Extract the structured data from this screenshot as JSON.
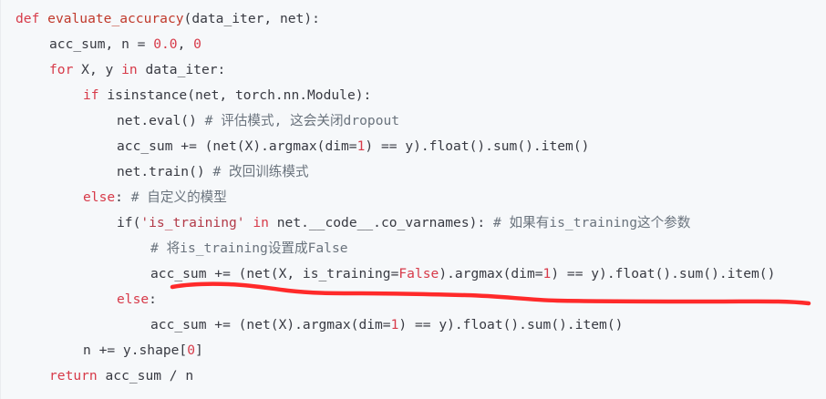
{
  "code": {
    "language": "python",
    "lines": [
      [
        {
          "t": "def ",
          "c": "kw"
        },
        {
          "t": "evaluate_accuracy",
          "c": "fn"
        },
        {
          "t": "(data_iter, net):",
          "c": "plain"
        }
      ],
      [
        {
          "t": "acc_sum, n = ",
          "c": "plain"
        },
        {
          "t": "0.0",
          "c": "num"
        },
        {
          "t": ", ",
          "c": "plain"
        },
        {
          "t": "0",
          "c": "num"
        }
      ],
      [
        {
          "t": "for ",
          "c": "kw"
        },
        {
          "t": "X, y ",
          "c": "plain"
        },
        {
          "t": "in ",
          "c": "kw"
        },
        {
          "t": "data_iter:",
          "c": "plain"
        }
      ],
      [
        {
          "t": "if ",
          "c": "kw"
        },
        {
          "t": "isinstance(net, torch.nn.Module):",
          "c": "plain"
        }
      ],
      [
        {
          "t": "net.eval() ",
          "c": "plain"
        },
        {
          "t": "# 评估模式, 这会关闭dropout",
          "c": "cmt"
        }
      ],
      [
        {
          "t": "acc_sum += (net(X).argmax(dim=",
          "c": "plain"
        },
        {
          "t": "1",
          "c": "num"
        },
        {
          "t": ") == y).float().sum().item()",
          "c": "plain"
        }
      ],
      [
        {
          "t": "net.train() ",
          "c": "plain"
        },
        {
          "t": "# 改回训练模式",
          "c": "cmt"
        }
      ],
      [
        {
          "t": "else",
          "c": "kw"
        },
        {
          "t": ": ",
          "c": "plain"
        },
        {
          "t": "# 自定义的模型",
          "c": "cmt"
        }
      ],
      [
        {
          "t": "if(",
          "c": "plain"
        },
        {
          "t": "'is_training'",
          "c": "str"
        },
        {
          "t": " ",
          "c": "plain"
        },
        {
          "t": "in ",
          "c": "kw"
        },
        {
          "t": "net.__code__.co_varnames): ",
          "c": "plain"
        },
        {
          "t": "# 如果有is_training这个参数",
          "c": "cmt"
        }
      ],
      [
        {
          "t": "# 将is_training设置成False",
          "c": "cmt"
        }
      ],
      [
        {
          "t": "acc_sum += (net(X, is_training=",
          "c": "plain"
        },
        {
          "t": "False",
          "c": "kw"
        },
        {
          "t": ").argmax(dim=",
          "c": "plain"
        },
        {
          "t": "1",
          "c": "num"
        },
        {
          "t": ") == y).float().sum().item()",
          "c": "plain"
        }
      ],
      [
        {
          "t": "else",
          "c": "kw"
        },
        {
          "t": ":",
          "c": "plain"
        }
      ],
      [
        {
          "t": "acc_sum += (net(X).argmax(dim=",
          "c": "plain"
        },
        {
          "t": "1",
          "c": "num"
        },
        {
          "t": ") == y).float().sum().item()",
          "c": "plain"
        }
      ],
      [
        {
          "t": "n += y.shape[",
          "c": "plain"
        },
        {
          "t": "0",
          "c": "num"
        },
        {
          "t": "]",
          "c": "plain"
        }
      ],
      [
        {
          "t": "return ",
          "c": "kw"
        },
        {
          "t": "acc_sum / n",
          "c": "plain"
        }
      ]
    ]
  },
  "annotation": {
    "type": "red-hand-drawn-underline",
    "color": "#ff2a2a",
    "under_line": 11
  }
}
